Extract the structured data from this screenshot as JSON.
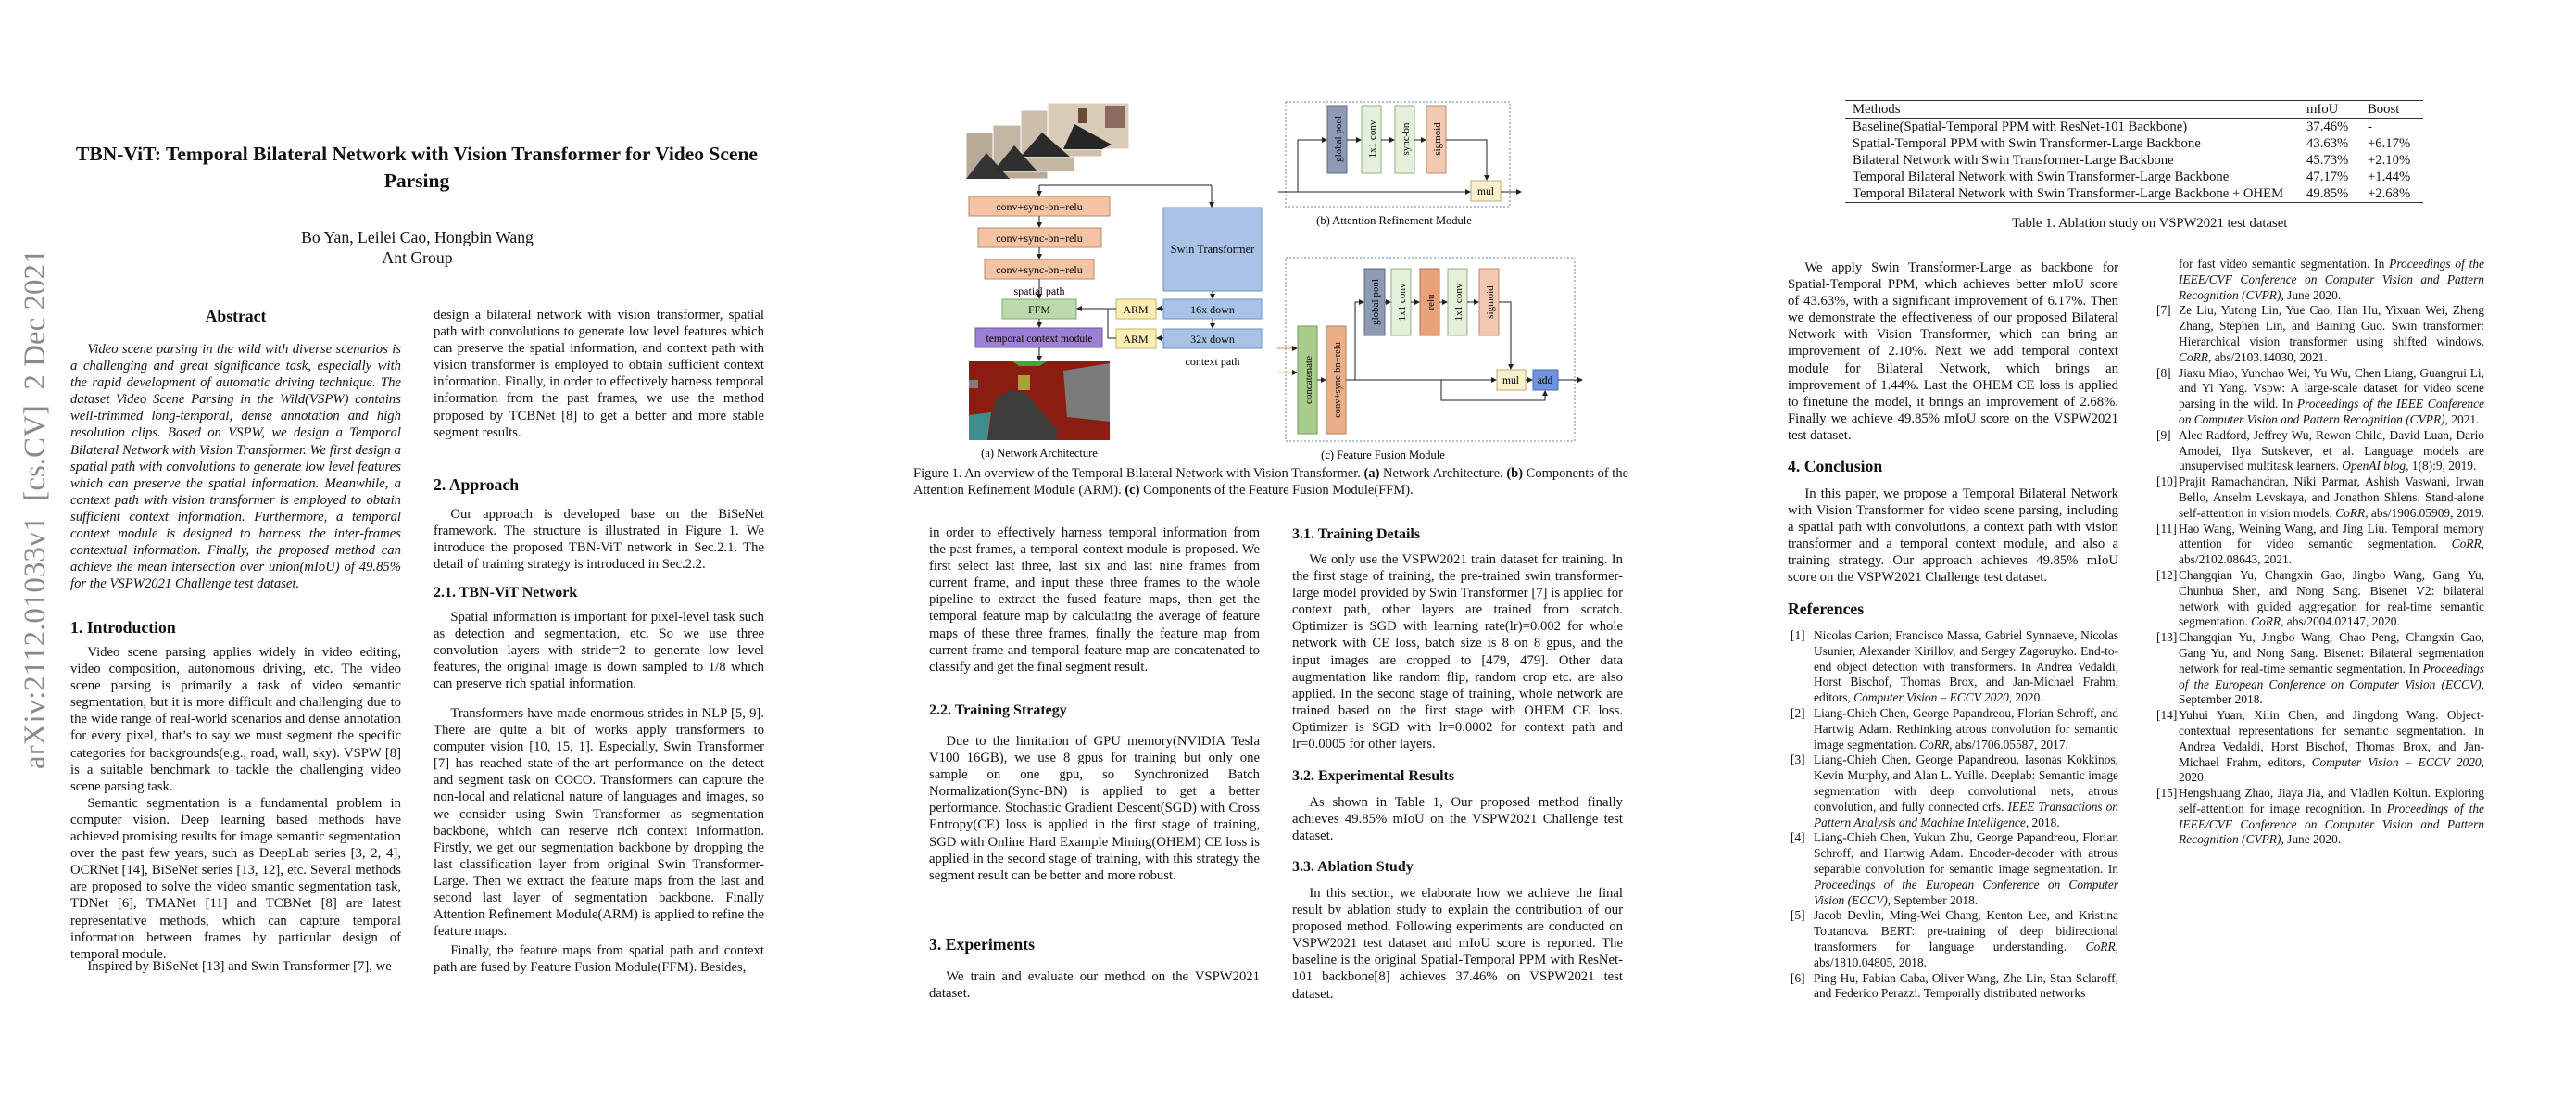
{
  "arxiv_stamp": "arXiv:2112.01033v1  [cs.CV]  2 Dec 2021",
  "title": "TBN-ViT: Temporal Bilateral Network with Vision Transformer for Video Scene Parsing",
  "authors": "Bo Yan, Leilei Cao, Hongbin Wang",
  "affiliation": "Ant Group",
  "abstract": {
    "heading": "Abstract",
    "text": "Video scene parsing in the wild with diverse scenarios is a challenging and great significance task, especially with the rapid development of automatic driving technique. The dataset Video Scene Parsing in the Wild(VSPW) contains well-trimmed long-temporal, dense annotation and high resolution clips. Based on VSPW, we design a Temporal Bilateral Network with Vision Transformer. We first design a spatial path with convolutions to generate low level features which can preserve the spatial information. Meanwhile, a context path with vision transformer is employed to obtain sufficient context information. Furthermore, a temporal context module is designed to harness the inter-frames contextual information. Finally, the proposed method can achieve the mean intersection over union(mIoU) of 49.85% for the VSPW2021 Challenge test dataset."
  },
  "intro": {
    "heading": "1. Introduction",
    "p1": "Video scene parsing applies widely in video editing, video composition, autonomous driving, etc.  The video scene parsing is primarily a task of video semantic segmentation, but it is more difficult and challenging due to the wide range of real-world scenarios and dense annotation for every pixel, that’s to say we must segment the specific categories for backgrounds(e.g., road, wall, sky).  VSPW [8] is a suitable benchmark to tackle the challenging video scene parsing task.",
    "p2": "Semantic segmentation is a fundamental problem in computer vision.  Deep learning based methods have achieved promising results for image semantic segmentation over the past few years, such as DeepLab series [3, 2, 4], OCRNet [14], BiSeNet series [13, 12], etc.  Several methods are proposed to solve the video smantic segmentation task, TDNet [6], TMANet [11] and TCBNet [8] are latest representative methods, which can capture temporal information between frames by particular design of temporal module.",
    "p3_start": "Inspired by BiSeNet [13] and Swin Transformer [7], we",
    "p3_cont": "design a bilateral network with vision transformer, spatial path with convolutions to generate low level features which can preserve the spatial information, and context path with vision transformer is employed to obtain sufficient context information.  Finally, in order to effectively harness temporal information from the past frames, we use the method proposed by TCBNet [8] to get a better and more stable segment results."
  },
  "approach": {
    "heading": "2. Approach",
    "p1": "Our approach is developed base on the BiSeNet framework. The structure is illustrated in Figure 1. We introduce the proposed TBN-ViT network in Sec.2.1.  The detail of training strategy is introduced in Sec.2.2.",
    "sub1_heading": "2.1. TBN-ViT Network",
    "sub1_p1": "Spatial information is important for pixel-level task such as detection and segmentation, etc. So we use three convolution layers with stride=2 to generate low level features, the original image is down sampled to 1/8 which can preserve rich spatial information.",
    "sub1_p2": "Transformers have made enormous strides in NLP [5, 9]. There are quite a bit of works apply transformers to computer vision [10, 15, 1].  Especially, Swin Transformer [7] has reached state-of-the-art performance on the detect and segment task on COCO. Transformers can capture the non-local and relational nature of languages and images, so we consider using Swin Transformer as segmentation backbone, which can reserve rich context information.  Firstly, we get our segmentation backbone by dropping the last classification layer from original Swin Transformer-Large. Then we extract the feature maps from the last and second last layer of segmentation backbone. Finally Attention Refinement Module(ARM) is applied to refine the feature maps.",
    "sub1_p3_start": "Finally, the feature maps from spatial path and context path are fused by Feature Fusion Module(FFM). Besides,",
    "sub1_p3_cont": "in order to effectively harness temporal information from the past frames, a temporal context module is proposed. We first select last three, last six and last nine frames from current frame, and input these three frames to the whole pipeline to extract the fused feature maps, then get the temporal feature map by calculating the average of feature maps of these three frames, finally the feature map from current frame and temporal feature map are concatenated to classify and get the final segment result.",
    "sub2_heading": "2.2. Training Strategy",
    "sub2_p1": "Due to the limitation of GPU memory(NVIDIA Tesla V100 16GB), we use 8 gpus for training but only one sample on one gpu, so Synchronized Batch Normalization(Sync-BN) is applied to get a better performance.  Stochastic Gradient Descent(SGD) with Cross Entropy(CE) loss is applied in the first stage of training, SGD with Online Hard Example Mining(OHEM) CE loss is applied in the second stage of training, with this strategy the segment result can be better and more robust."
  },
  "experiments": {
    "heading": "3. Experiments",
    "p1": "We train and evaluate our method on the VSPW2021 dataset.",
    "sub1_heading": "3.1. Training Details",
    "sub1_p1": "We only use the VSPW2021 train dataset for training. In the first stage of training, the pre-trained swin transformer-large model provided by Swin Transformer [7] is applied for context path, other layers are trained from scratch.  Optimizer is SGD with learning rate(lr)=0.002 for whole network with CE loss, batch size is 8 on 8 gpus, and the input images are cropped to [479, 479]. Other data augmentation like random flip, random crop etc.  are also applied.  In the second stage of training, whole network are trained based on the first stage with OHEM CE loss.  Optimizer is SGD with lr=0.0002 for context path and lr=0.0005 for other layers.",
    "sub2_heading": "3.2. Experimental Results",
    "sub2_p1": "As shown in Table 1, Our proposed method finally achieves 49.85% mIoU on the VSPW2021 Challenge test dataset.",
    "sub3_heading": "3.3. Ablation Study",
    "sub3_p1": "In this section, we elaborate how we achieve the final result by ablation study to explain the contribution of our proposed method.  Following experiments are conducted on VSPW2021 test dataset and mIoU score is reported. The baseline is the original Spatial-Temporal PPM with ResNet-101 backbone[8] achieves 37.46% on VSPW2021 test dataset.",
    "sub3_p2": "We apply Swin Transformer-Large as backbone for Spatial-Temporal PPM, which achieves better mIoU score of 43.63%, with a significant improvement of 6.17%. Then we demonstrate the effectiveness of our proposed Bilateral Network with Vision Transformer, which can bring an improvement of 2.10%.  Next we add temporal context module for Bilateral Network, which brings an improvement of 1.44%.  Last the OHEM CE loss is applied to finetune the model, it brings an improvement of 2.68%.  Finally we achieve 49.85% mIoU score on the VSPW2021 test dataset."
  },
  "conclusion": {
    "heading": "4. Conclusion",
    "p1": "In this paper, we propose a Temporal Bilateral Network with Vision Transformer for video scene parsing, including a spatial path with convolutions, a context path with vision transformer and a temporal context module, and also a training strategy. Our approach achieves 49.85% mIoU score on the VSPW2021 Challenge test dataset."
  },
  "figure": {
    "caption_label": "Figure 1.",
    "caption_text1": " An overview of the Temporal Bilateral Network with Vision Transformer. ",
    "a_tag": "(a)",
    "caption_text2": " Network Architecture. ",
    "b_tag": "(b)",
    "caption_text3": " Components of the Attention Refinement Module (ARM). ",
    "c_tag": "(c)",
    "caption_text4": " Components of the Feature Fusion Module(FFM).",
    "a": {
      "conv1": "conv+sync-bn+relu",
      "conv2": "conv+sync-bn+relu",
      "conv3": "conv+sync-bn+relu",
      "spatial_path": "spatial path",
      "ffm": "FFM",
      "tcm": "temporal context module",
      "swin": "Swin Transformer",
      "down16": "16x down",
      "down32": "32x down",
      "arm1": "ARM",
      "arm2": "ARM",
      "context_path": "context path",
      "subcaption": "(a) Network Architecture"
    },
    "b": {
      "global_pool": "global pool",
      "conv": "1x1 conv",
      "sync_bn": "sync-bn",
      "sigmoid": "sigmoid",
      "mul": "mul",
      "subcaption": "(b) Attention Refinement Module"
    },
    "c": {
      "concatenate": "concatenate",
      "conv_bn_relu": "conv+sync-bn+relu",
      "global_pool": "global pool",
      "conv1": "1x1 conv",
      "relu": "relu",
      "conv2": "1x1 conv",
      "sigmoid": "sigmoid",
      "mul": "mul",
      "add": "add",
      "subcaption": "(c) Feature Fusion Module"
    }
  },
  "table": {
    "headers": [
      "Methods",
      "mIoU",
      "Boost"
    ],
    "rows": [
      [
        "Baseline(Spatial-Temporal PPM with ResNet-101 Backbone)",
        "37.46%",
        "-"
      ],
      [
        "Spatial-Temporal PPM with Swin Transformer-Large Backbone",
        "43.63%",
        "+6.17%"
      ],
      [
        "Bilateral Network with Swin Transformer-Large Backbone",
        "45.73%",
        "+2.10%"
      ],
      [
        "Temporal Bilateral Network with Swin Transformer-Large Backbone",
        "47.17%",
        "+1.44%"
      ],
      [
        "Temporal Bilateral Network with Swin Transformer-Large Backbone + OHEM",
        "49.85%",
        "+2.68%"
      ]
    ],
    "caption": "Table 1. Ablation study on VSPW2021 test dataset"
  },
  "references": {
    "heading": "References",
    "col1": [
      {
        "num": "[1]",
        "pre": "Nicolas Carion, Francisco Massa, Gabriel Synnaeve, Nicolas Usunier, Alexander Kirillov, and Sergey Zagoruyko. End-to-end object detection with transformers. In Andrea Vedaldi, Horst Bischof, Thomas Brox, and Jan-Michael Frahm, editors, ",
        "venue": "Computer Vision – ECCV 2020",
        "post": ", 2020."
      },
      {
        "num": "[2]",
        "pre": "Liang-Chieh Chen, George Papandreou, Florian Schroff, and Hartwig Adam. Rethinking atrous convolution for semantic image segmentation. ",
        "venue": "CoRR",
        "post": ", abs/1706.05587, 2017."
      },
      {
        "num": "[3]",
        "pre": "Liang-Chieh Chen, George Papandreou, Iasonas Kokkinos, Kevin Murphy, and Alan L. Yuille. Deeplab: Semantic image segmentation with deep convolutional nets, atrous convolution, and fully connected crfs. ",
        "venue": "IEEE Transactions on Pattern Analysis and Machine Intelligence",
        "post": ", 2018."
      },
      {
        "num": "[4]",
        "pre": "Liang-Chieh Chen, Yukun Zhu, George Papandreou, Florian Schroff, and Hartwig Adam. Encoder-decoder with atrous separable convolution for semantic image segmentation. In ",
        "venue": "Proceedings of the European Conference on Computer Vision (ECCV)",
        "post": ", September 2018."
      },
      {
        "num": "[5]",
        "pre": "Jacob Devlin, Ming-Wei Chang, Kenton Lee, and Kristina Toutanova. BERT: pre-training of deep bidirectional transformers for language understanding. ",
        "venue": "CoRR",
        "post": ", abs/1810.04805, 2018."
      },
      {
        "num": "[6]",
        "pre": "Ping Hu, Fabian Caba, Oliver Wang, Zhe Lin, Stan Sclaroff, and Federico Perazzi.  Temporally distributed networks",
        "venue": "",
        "post": ""
      }
    ],
    "col2": [
      {
        "num": "",
        "pre": "for fast video semantic segmentation.  In ",
        "venue": "Proceedings of the IEEE/CVF Conference on Computer Vision and Pattern Recognition (CVPR)",
        "post": ", June 2020."
      },
      {
        "num": "[7]",
        "pre": "Ze Liu, Yutong Lin, Yue Cao, Han Hu, Yixuan Wei, Zheng Zhang, Stephen Lin, and Baining Guo. Swin transformer: Hierarchical vision transformer using shifted windows. ",
        "venue": "CoRR",
        "post": ", abs/2103.14030, 2021."
      },
      {
        "num": "[8]",
        "pre": "Jiaxu Miao, Yunchao Wei, Yu Wu, Chen Liang, Guangrui Li, and Yi Yang. Vspw: A large-scale dataset for video scene parsing in the wild. In ",
        "venue": "Proceedings of the IEEE Conference on Computer Vision and Pattern Recognition (CVPR)",
        "post": ", 2021."
      },
      {
        "num": "[9]",
        "pre": "Alec Radford, Jeffrey Wu, Rewon Child, David Luan, Dario Amodei, Ilya Sutskever, et al. Language models are unsupervised multitask learners. ",
        "venue": "OpenAI blog",
        "post": ", 1(8):9, 2019."
      },
      {
        "num": "[10]",
        "pre": "Prajit Ramachandran, Niki Parmar, Ashish Vaswani, Irwan Bello, Anselm Levskaya, and Jonathon Shlens. Stand-alone self-attention in vision models. ",
        "venue": "CoRR",
        "post": ", abs/1906.05909, 2019."
      },
      {
        "num": "[11]",
        "pre": "Hao Wang, Weining Wang, and Jing Liu. Temporal memory attention for video semantic segmentation. ",
        "venue": "CoRR",
        "post": ", abs/2102.08643, 2021."
      },
      {
        "num": "[12]",
        "pre": "Changqian Yu, Changxin Gao, Jingbo Wang, Gang Yu, Chunhua Shen, and Nong Sang. Bisenet V2: bilateral network with guided aggregation for real-time semantic segmentation. ",
        "venue": "CoRR",
        "post": ", abs/2004.02147, 2020."
      },
      {
        "num": "[13]",
        "pre": "Changqian Yu, Jingbo Wang, Chao Peng, Changxin Gao, Gang Yu, and Nong Sang. Bisenet: Bilateral segmentation network for real-time semantic segmentation. In ",
        "venue": "Proceedings of the European Conference on Computer Vision (ECCV)",
        "post": ", September 2018."
      },
      {
        "num": "[14]",
        "pre": "Yuhui Yuan, Xilin Chen, and Jingdong Wang. Object-contextual representations for semantic segmentation. In Andrea Vedaldi, Horst Bischof, Thomas Brox, and Jan-Michael Frahm, editors, ",
        "venue": "Computer Vision – ECCV 2020",
        "post": ", 2020."
      },
      {
        "num": "[15]",
        "pre": "Hengshuang Zhao, Jiaya Jia, and Vladlen Koltun. Exploring self-attention for image recognition. In ",
        "venue": "Proceedings of the IEEE/CVF Conference on Computer Vision and Pattern Recognition (CVPR)",
        "post": ", June 2020."
      }
    ]
  }
}
